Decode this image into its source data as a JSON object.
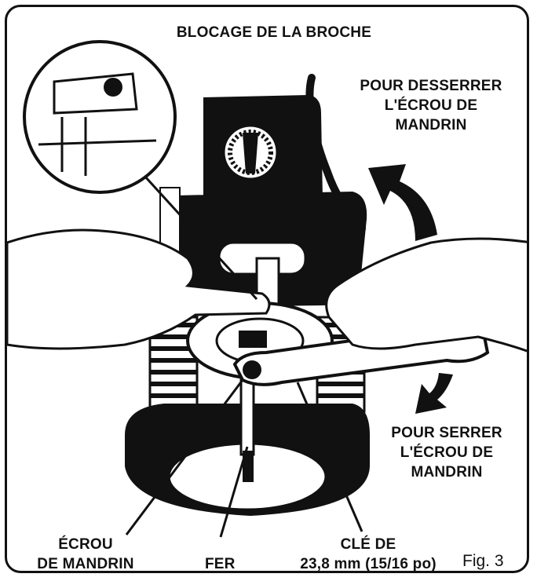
{
  "labels": {
    "spindle_lock": "BLOCAGE DE LA BROCHE",
    "loosen": [
      "POUR DESSERRER",
      "L'ÉCROU DE",
      "MANDRIN"
    ],
    "tighten": [
      "POUR SERRER",
      "L'ÉCROU DE",
      "MANDRIN"
    ],
    "collet_nut": [
      "ÉCROU",
      "DE MANDRIN"
    ],
    "bit": "FER",
    "wrench": [
      "CLÉ DE",
      "23,8 mm (15/16 po)"
    ],
    "figure": "Fig. 3"
  },
  "colors": {
    "ink": "#111111",
    "paper": "#ffffff"
  },
  "icons": [
    "router-illustration",
    "magnifier-inset",
    "loosen-arrow-icon",
    "tighten-arrow-icon"
  ]
}
